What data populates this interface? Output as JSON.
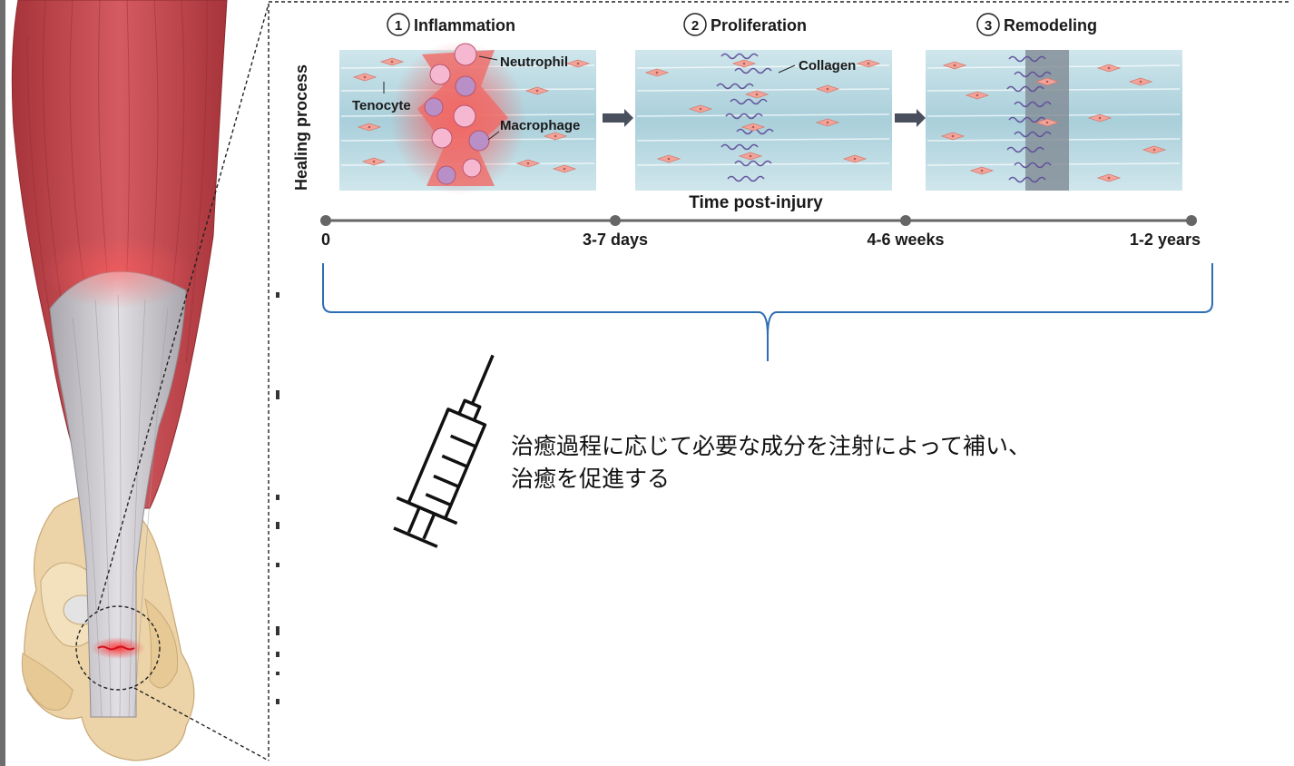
{
  "stages": [
    {
      "number": "1",
      "name": "Inflammation"
    },
    {
      "number": "2",
      "name": "Proliferation"
    },
    {
      "number": "3",
      "name": "Remodeling"
    }
  ],
  "cell_labels": {
    "neutrophil": "Neutrophil",
    "tenocyte": "Tenocyte",
    "macrophage": "Macrophage",
    "collagen": "Collagen"
  },
  "y_label": "Healing process",
  "axis_title": "Time post-injury",
  "timeline_ticks": [
    "0",
    "3-7 days",
    "4-6 weeks",
    "1-2 years"
  ],
  "caption_line1": "治癒過程に応じて必要な成分を注射によって補い、",
  "caption_line2": "治癒を促進する",
  "colors": {
    "muscle": "#c8454c",
    "tendon": "#c9c7cc",
    "bone": "#ecd4a8",
    "tissue": "#b9d9e2",
    "injury": "#e8322e",
    "bracket": "#2e6db3"
  }
}
